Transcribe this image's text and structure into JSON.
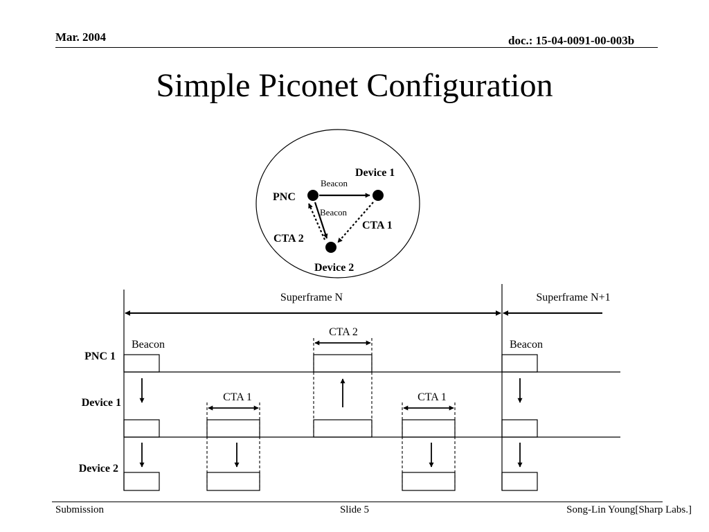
{
  "header": {
    "date": "Mar. 2004",
    "doc": "doc.: 15-04-0091-00-003b"
  },
  "title": "Simple Piconet Configuration",
  "topology": {
    "pnc": "PNC",
    "device1": "Device 1",
    "device2": "Device 2",
    "beacon_top": "Beacon",
    "beacon_diag": "Beacon",
    "cta1": "CTA 1",
    "cta2": "CTA 2"
  },
  "timing": {
    "superframe_n": "Superframe N",
    "superframe_n1": "Superframe N+1",
    "rows": {
      "pnc": "PNC 1",
      "device1": "Device 1",
      "device2": "Device 2"
    },
    "beacon_left": "Beacon",
    "beacon_right": "Beacon",
    "cta2": "CTA 2",
    "cta1_left": "CTA 1",
    "cta1_right": "CTA 1"
  },
  "footer": {
    "left": "Submission",
    "center": "Slide 5",
    "right": "Song-Lin Young[Sharp Labs.]"
  }
}
